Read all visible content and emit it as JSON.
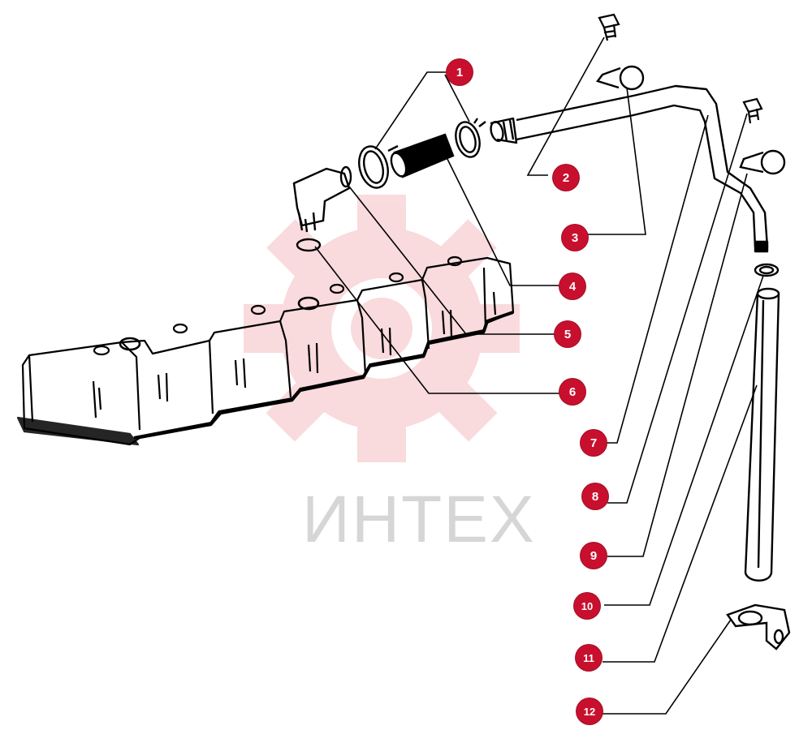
{
  "watermark": {
    "text": "ИНТЕХ",
    "color": "#e85a6a"
  },
  "callouts": [
    {
      "label": "1"
    },
    {
      "label": "2"
    },
    {
      "label": "3"
    },
    {
      "label": "4"
    },
    {
      "label": "5"
    },
    {
      "label": "6"
    },
    {
      "label": "7"
    },
    {
      "label": "8"
    },
    {
      "label": "9"
    },
    {
      "label": "10"
    },
    {
      "label": "11"
    },
    {
      "label": "12"
    }
  ],
  "colors": {
    "callout": "#c8102e",
    "line": "#000000"
  }
}
